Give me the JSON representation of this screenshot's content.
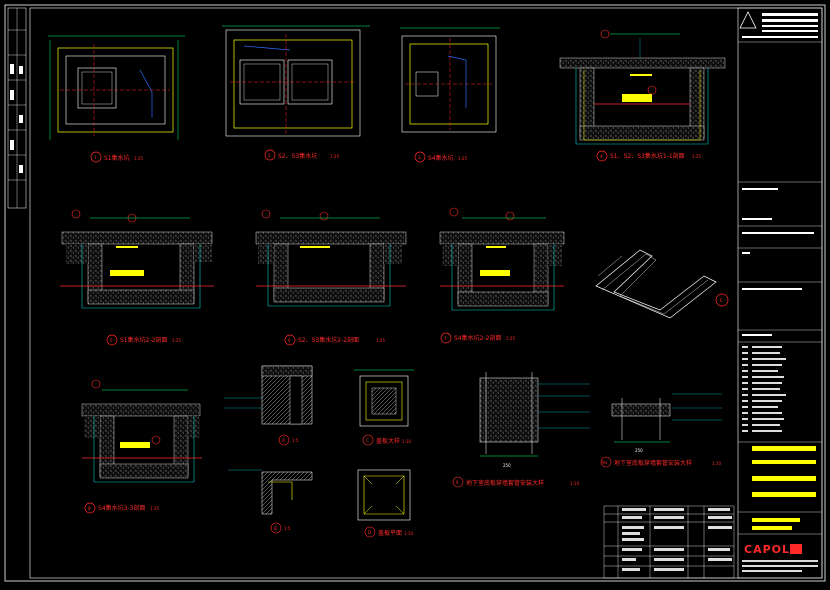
{
  "drawing": {
    "colors": {
      "background": "#000000",
      "outline": "#ffffff",
      "dimension": "#00ff66",
      "section_cut": "#ff2a2a",
      "concrete_fill": "#9a9a9a",
      "label": "#ffff00",
      "caption": "#ff2a2a",
      "leader": "#00cccc"
    },
    "captions": [
      {
        "num": "1",
        "text": "S1集水坑",
        "scale": "1:25"
      },
      {
        "num": "2",
        "text": "S2、S3集水坑",
        "scale": "1:25"
      },
      {
        "num": "3",
        "text": "S4集水坑",
        "scale": "1:25"
      },
      {
        "num": "4",
        "text": "S1、S2、S3集水坑1-1剖面",
        "scale": "1:25"
      },
      {
        "num": "5",
        "text": "S1集水坑2-2剖面",
        "scale": "1:25"
      },
      {
        "num": "6",
        "text": "S2、S3集水坑2-2剖面",
        "scale": "1:25"
      },
      {
        "num": "7",
        "text": "S4集水坑2-2剖面",
        "scale": "1:25"
      },
      {
        "num": "8",
        "text": "S4集水坑3-3剖面",
        "scale": "1:25"
      },
      {
        "num": "A",
        "text": "",
        "scale": "1:5"
      },
      {
        "num": "B",
        "text": "",
        "scale": "1:5"
      },
      {
        "num": "C",
        "text": "盖板大样",
        "scale": "1:10"
      },
      {
        "num": "D",
        "text": "盖板平面",
        "scale": "1:10"
      },
      {
        "num": "9",
        "text": "地下室底板穿墙套管安装大样",
        "scale": "1:10"
      },
      {
        "num": "9a",
        "text": "地下室底板穿墙套管安装大样",
        "scale": "1:10"
      },
      {
        "num": "E",
        "text": "",
        "scale": ""
      }
    ],
    "dimensions": [
      "250",
      "250"
    ]
  },
  "title_block": {
    "brand": "CAPOL"
  }
}
